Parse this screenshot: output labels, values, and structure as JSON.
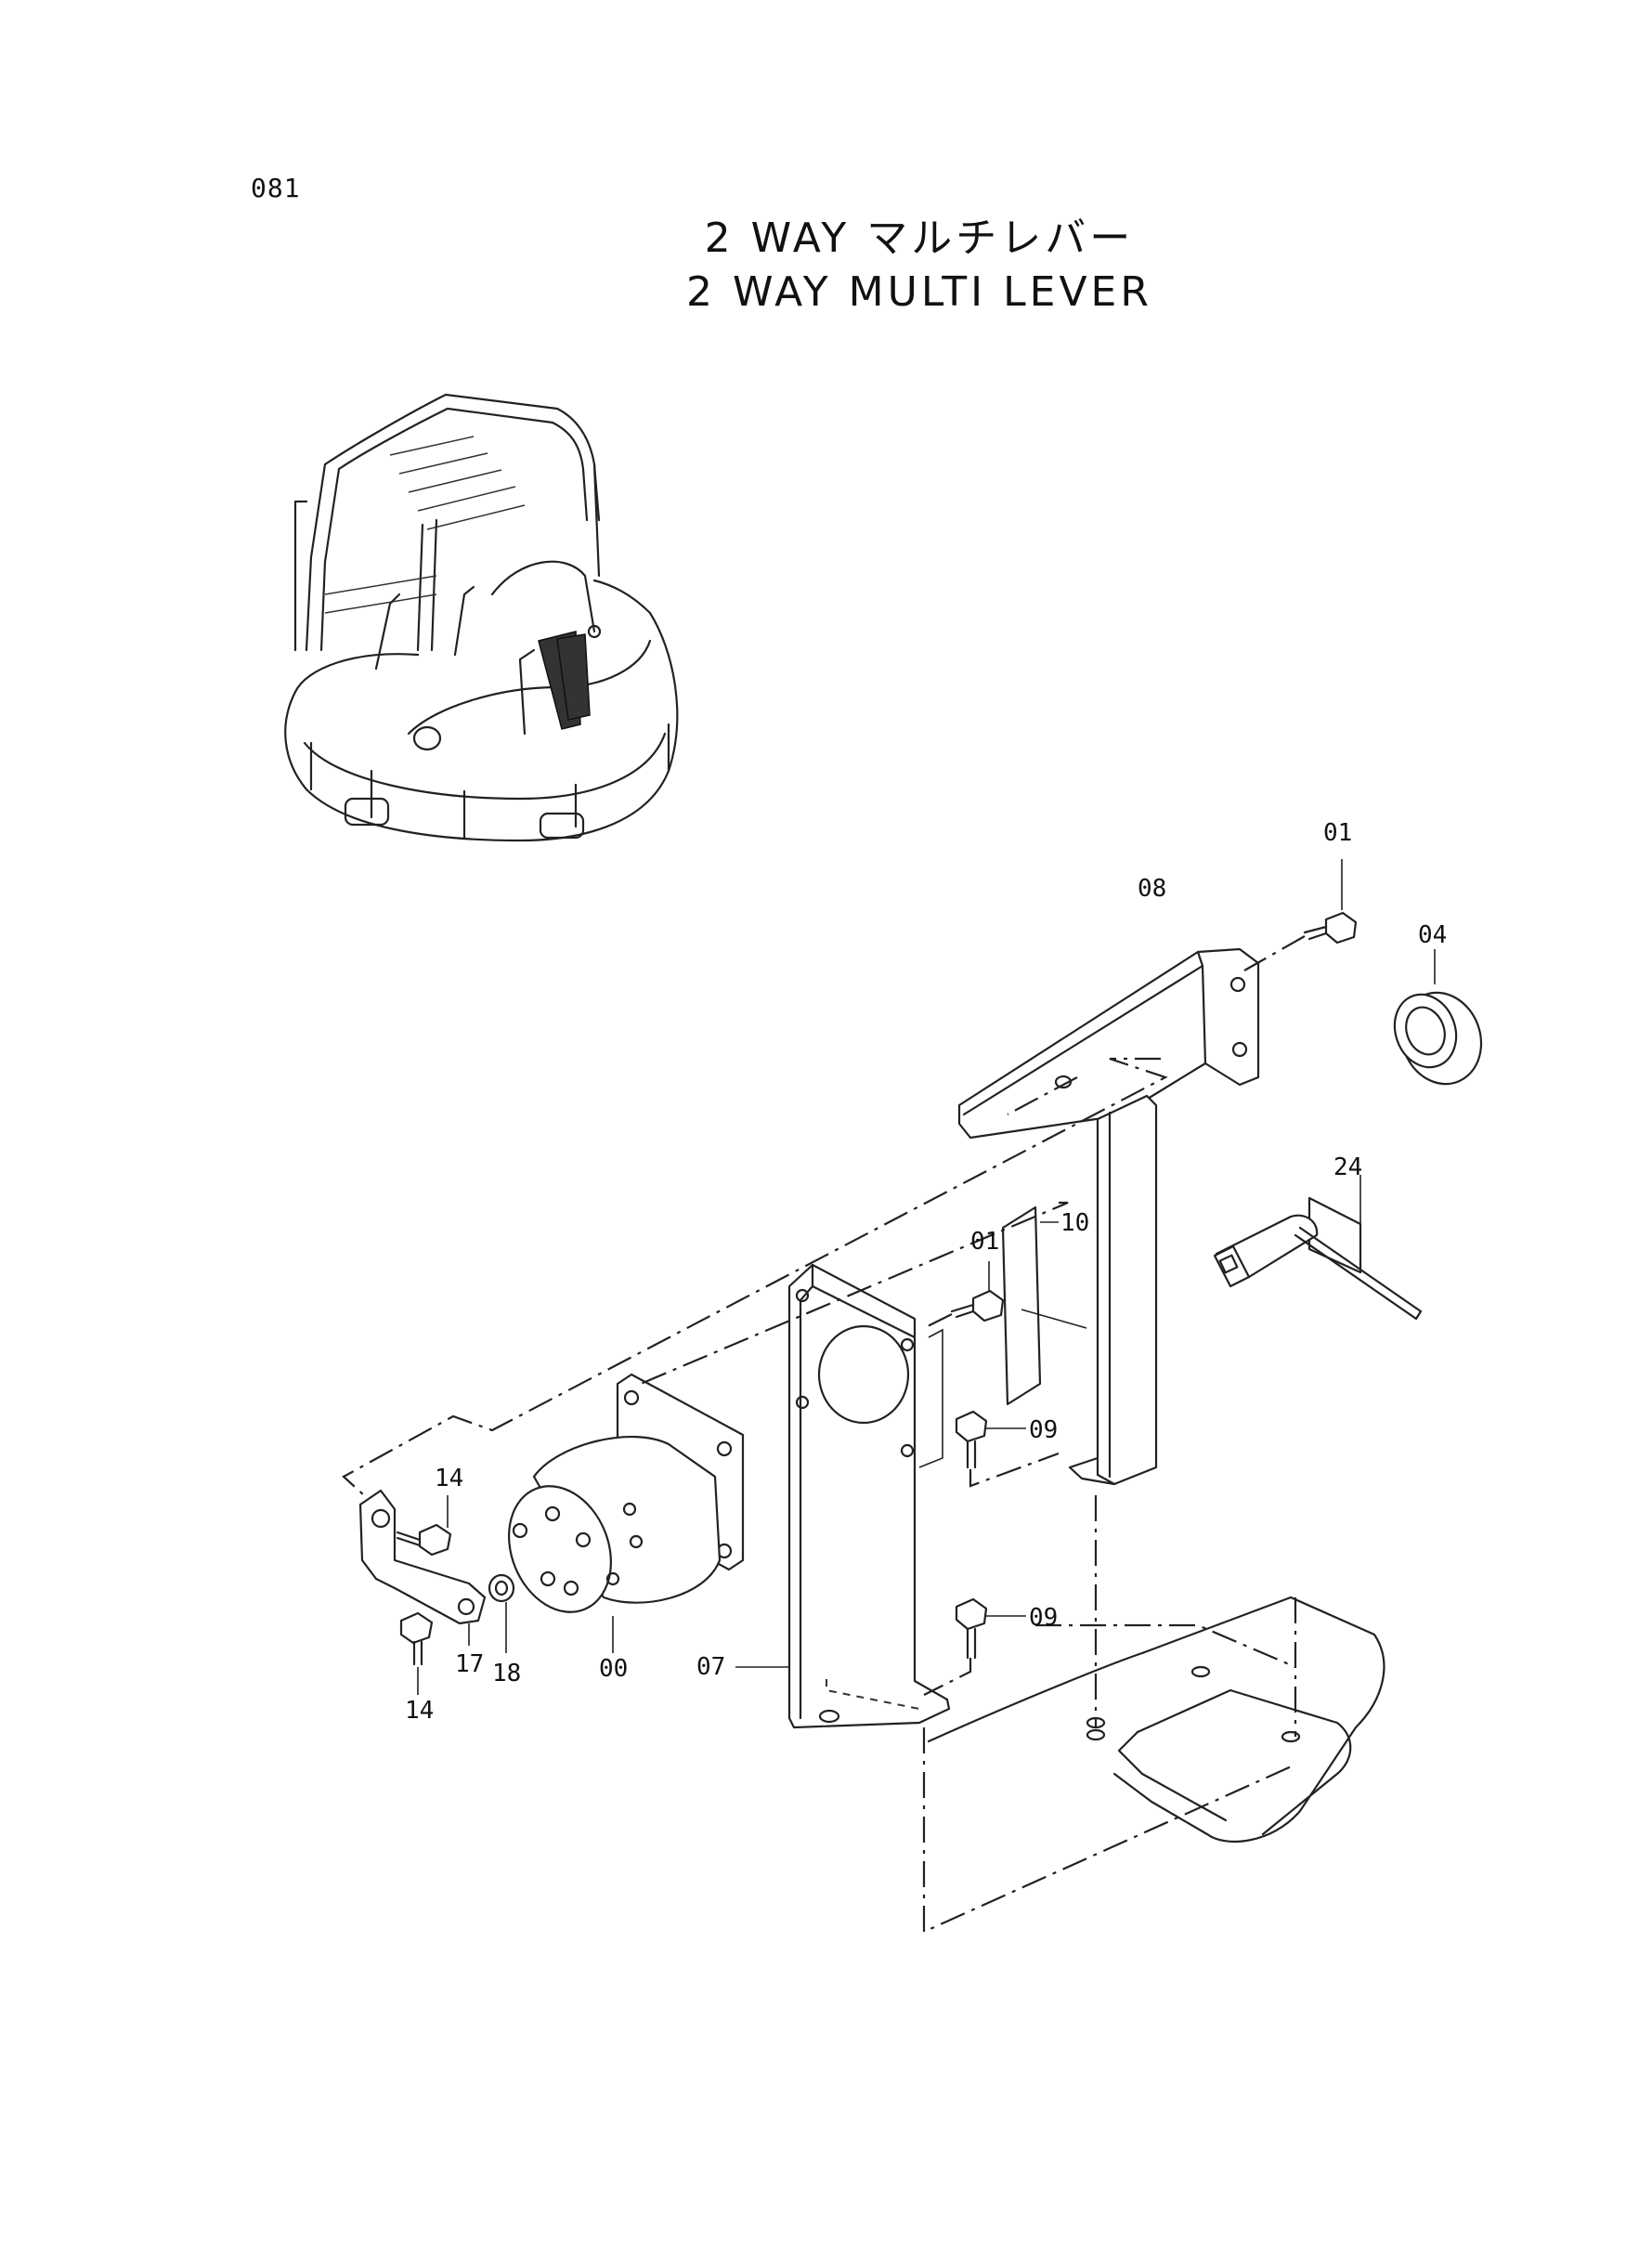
{
  "page": {
    "number": "081",
    "title_jp": "2 WAY マルチレバー",
    "title_en": "2 WAY MULTI LEVER"
  },
  "callouts": [
    {
      "id": "c-01-top",
      "label": "01"
    },
    {
      "id": "c-08",
      "label": "08"
    },
    {
      "id": "c-04",
      "label": "04"
    },
    {
      "id": "c-24",
      "label": "24"
    },
    {
      "id": "c-01-mid",
      "label": "01"
    },
    {
      "id": "c-10",
      "label": "10"
    },
    {
      "id": "c-09-upper",
      "label": "09"
    },
    {
      "id": "c-09-lower",
      "label": "09"
    },
    {
      "id": "c-14-upper",
      "label": "14"
    },
    {
      "id": "c-14-lower",
      "label": "14"
    },
    {
      "id": "c-17",
      "label": "17"
    },
    {
      "id": "c-18",
      "label": "18"
    },
    {
      "id": "c-00",
      "label": "00"
    },
    {
      "id": "c-07",
      "label": "07"
    }
  ]
}
